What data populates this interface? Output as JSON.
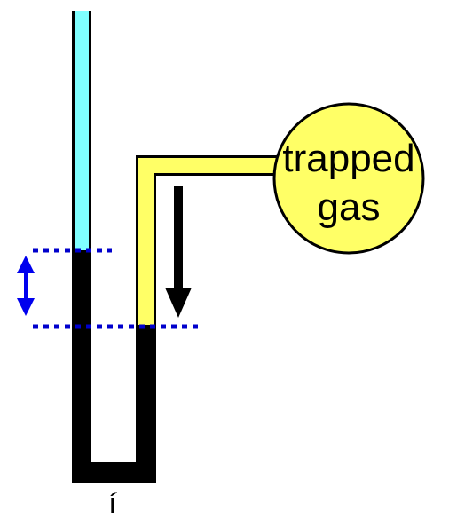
{
  "diagram": {
    "bulb_label_line1": "trapped",
    "bulb_label_line2": "gas",
    "footer_mark": "Í"
  },
  "colors": {
    "open_air_column": "#7fffff",
    "mercury": "#000000",
    "gas_tube": "#ffff66",
    "gas_bulb": "#ffff66",
    "level_guides": "#0000cc",
    "height_arrow": "#0000ee",
    "flow_arrow": "#000000"
  },
  "icons": {
    "height_difference": "double-arrow-vertical",
    "gas_push": "arrow-down"
  }
}
